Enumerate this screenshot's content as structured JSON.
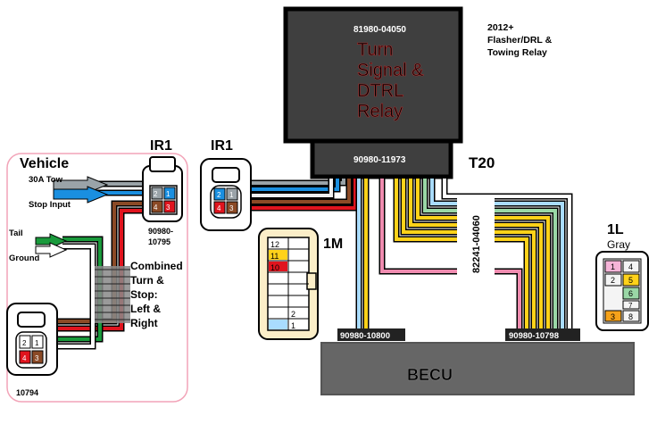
{
  "relay": {
    "part_number": "81980-04050",
    "name_lines": [
      "Turn",
      "Signal &",
      "DTRL",
      "Relay"
    ],
    "note_lines": [
      "2012+",
      "Flasher/DRL &",
      "Towing Relay"
    ],
    "color": "#3a3a3a"
  },
  "relay_connector": {
    "part_number": "90980-11973",
    "label": "T20"
  },
  "vehicle": {
    "title": "Vehicle",
    "tow_lines": [
      "30A Tow",
      "Stop Input"
    ],
    "tail": "Tail",
    "ground": "Ground",
    "bottom_part": "10794"
  },
  "ir1_left": {
    "label": "IR1",
    "part_lines": [
      "90980-",
      "10795"
    ],
    "pins": [
      "1",
      "2",
      "3",
      "4"
    ]
  },
  "ir1_right": {
    "label": "IR1",
    "pins": [
      "1",
      "2",
      "3",
      "4"
    ]
  },
  "combined_lines": [
    "Combined",
    "Turn &",
    "Stop:",
    "Left &",
    "Right"
  ],
  "connector_1m": {
    "label": "1M",
    "pins": [
      "12",
      "11",
      "10",
      "2",
      "1"
    ],
    "part_number": "90980-10800"
  },
  "connector_1l": {
    "label": "1L",
    "sublabel": "Gray",
    "pins": [
      "1",
      "2",
      "3",
      "4",
      "5",
      "6",
      "7",
      "8"
    ]
  },
  "harness_label": "82241-04060",
  "becu": {
    "label": "BECU",
    "part_number_right": "90980-10798"
  },
  "wire_colors": {
    "blue": "#1a8fe0",
    "gray": "#9aa3a8",
    "red": "#e0141e",
    "brown": "#8b4a26",
    "green": "#1a9a3c",
    "yellow": "#ffd21a",
    "pink": "#f08cb0",
    "lightblue": "#a9dcff",
    "orange": "#f6a21a"
  }
}
